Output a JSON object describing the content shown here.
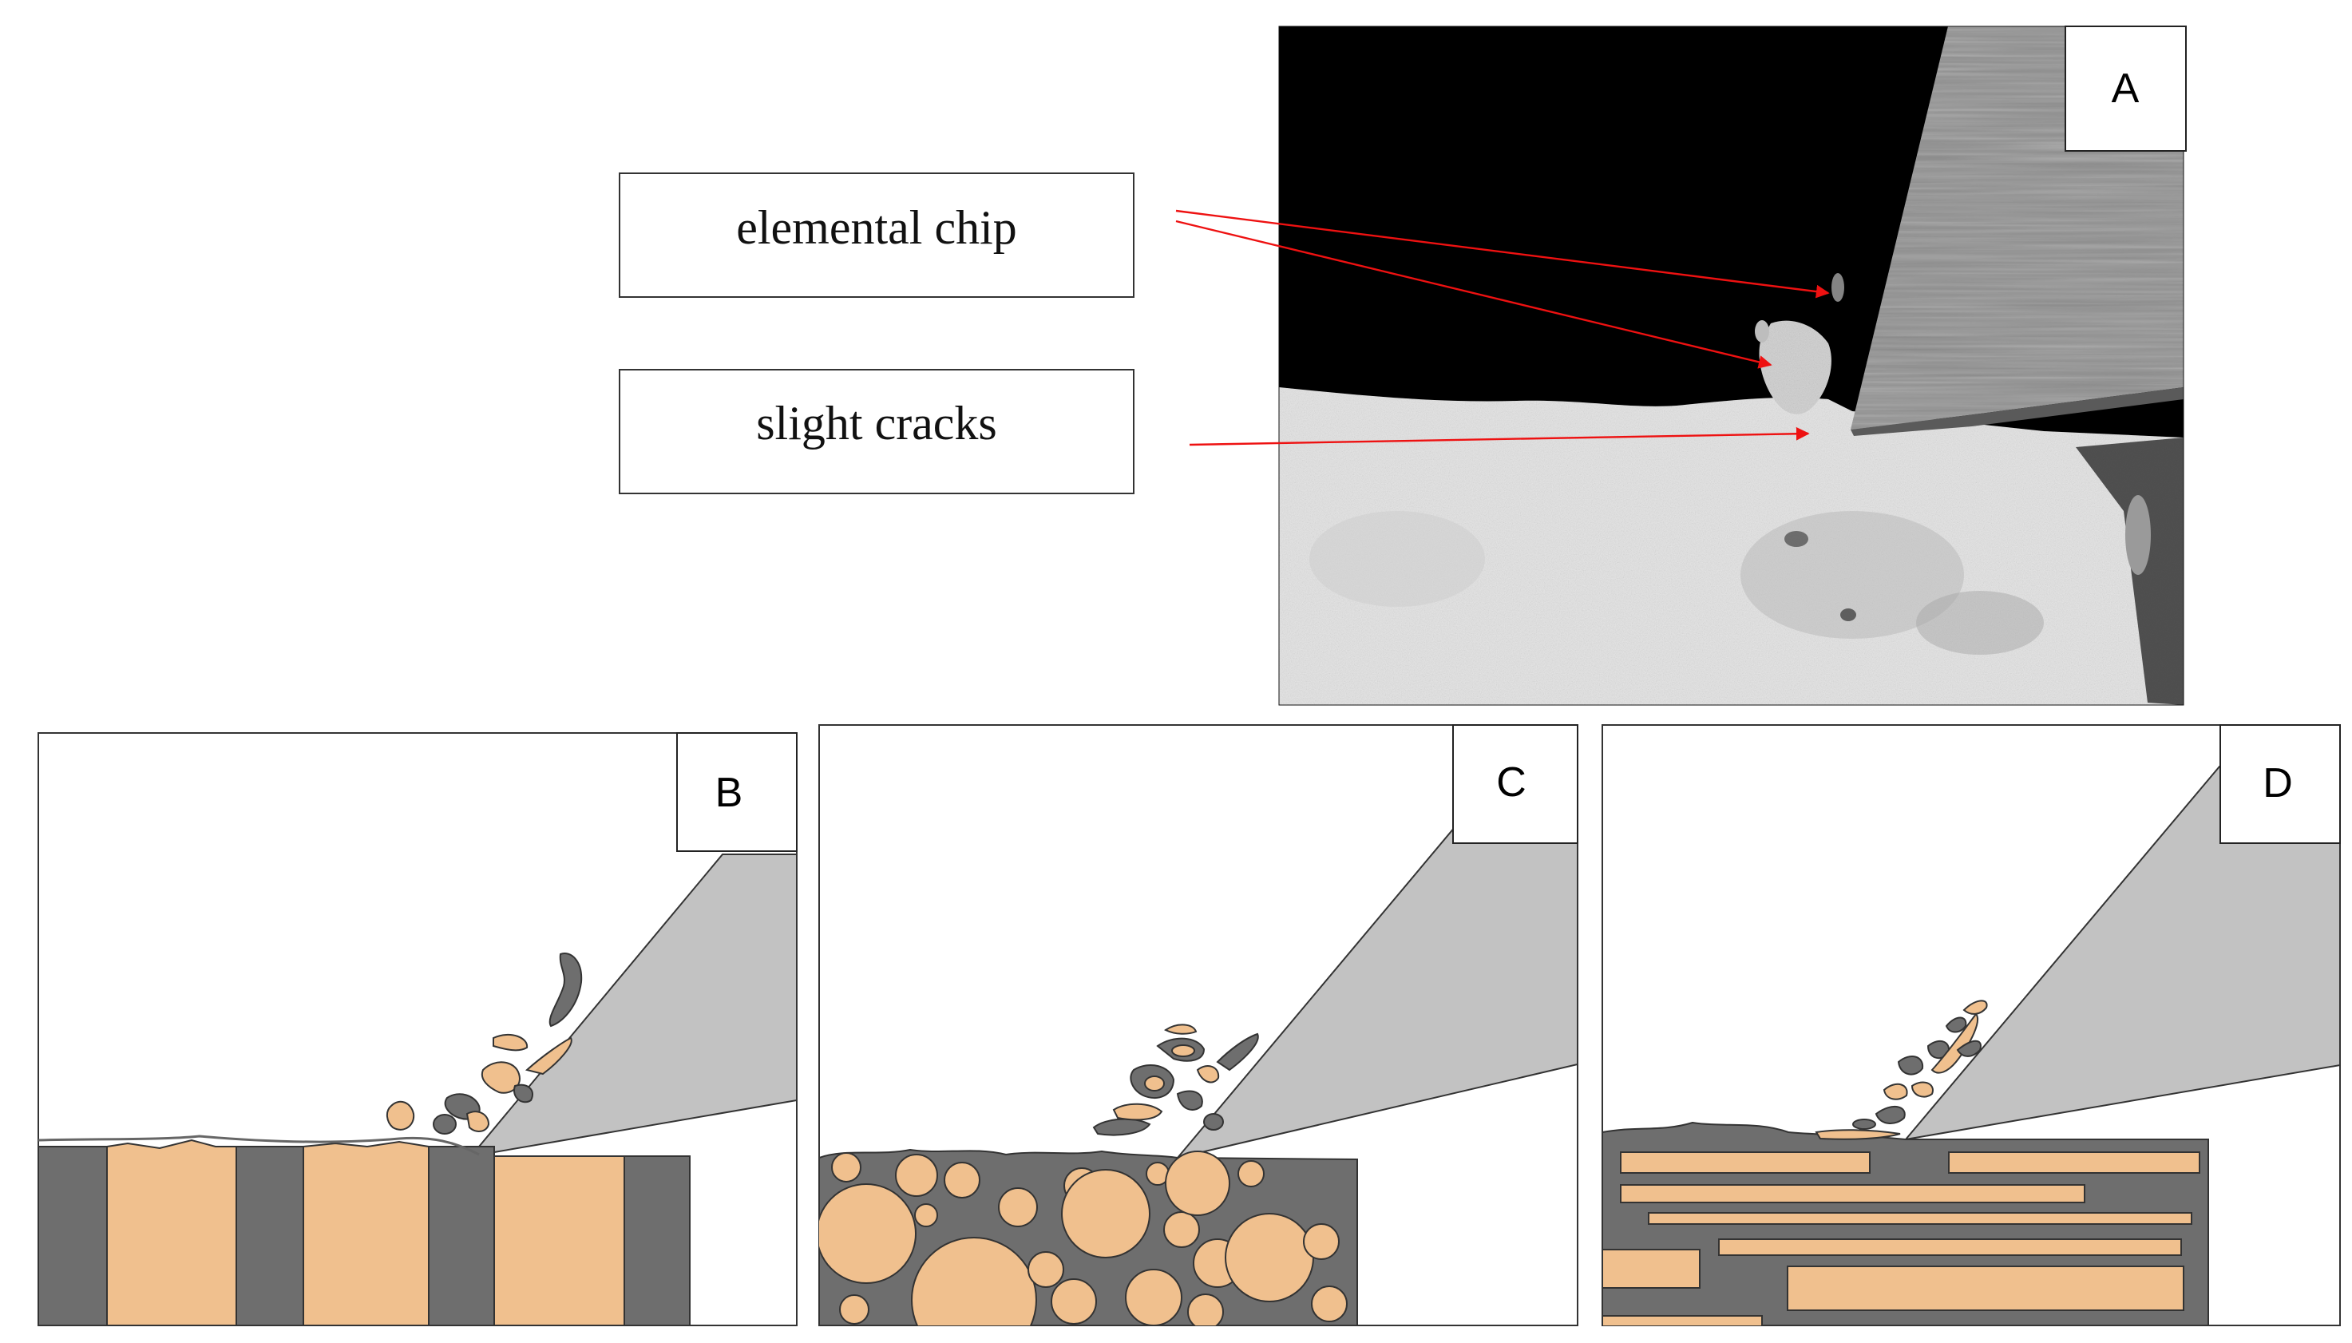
{
  "labels": {
    "elemental_chip": "elemental chip",
    "slight_cracks": "slight cracks"
  },
  "panels": {
    "a": "A",
    "b": "B",
    "c": "C",
    "d": "D"
  },
  "colors": {
    "fiber": "#f0c08e",
    "matrix": "#6e6e6e",
    "tool": "#c2c2c2",
    "outline": "#333333",
    "arrow": "#ee1111",
    "photo_bg": "#000000"
  }
}
